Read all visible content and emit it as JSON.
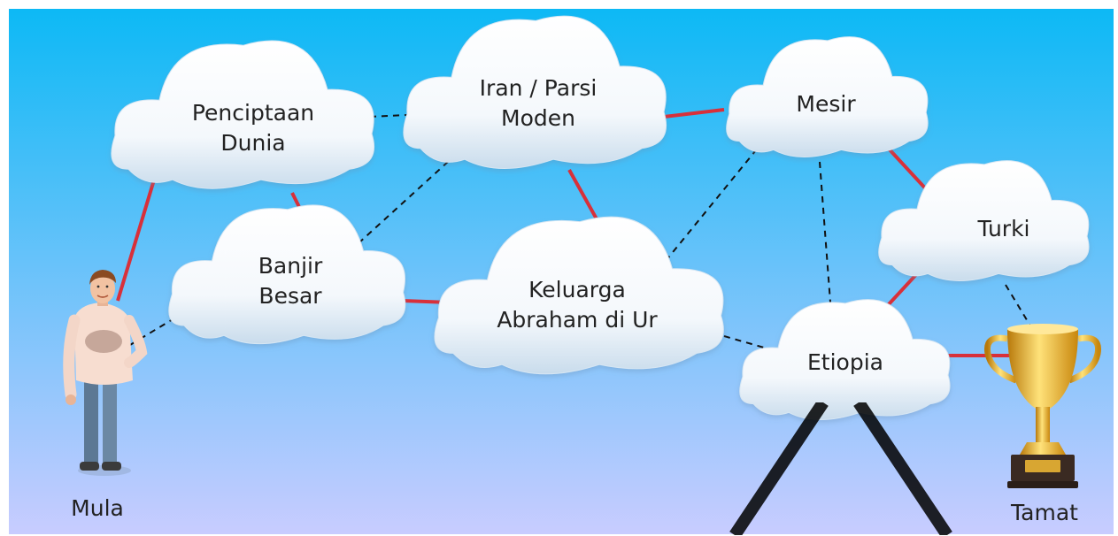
{
  "colors": {
    "sky_top": "#0db9f5",
    "sky_bottom": "#c8ccff",
    "route_line": "#d8303a",
    "alt_line": "#111111"
  },
  "start": {
    "label": "Mula",
    "icon": "person-icon"
  },
  "end": {
    "label": "Tamat",
    "icon": "trophy-icon"
  },
  "stations": [
    {
      "id": "penciptaan",
      "line1": "Penciptaan",
      "line2": "Dunia"
    },
    {
      "id": "banjir",
      "line1": "Banjir",
      "line2": "Besar"
    },
    {
      "id": "iran",
      "line1": "Iran / Parsi",
      "line2": "Moden"
    },
    {
      "id": "keluarga",
      "line1": "Keluarga",
      "line2": "Abraham di Ur"
    },
    {
      "id": "mesir",
      "line1": "Mesir",
      "line2": ""
    },
    {
      "id": "turki",
      "line1": "Turki",
      "line2": ""
    },
    {
      "id": "etiopia",
      "line1": "Etiopia",
      "line2": ""
    }
  ],
  "connections": [
    {
      "from": "start",
      "to": "penciptaan",
      "style": "solid"
    },
    {
      "from": "start",
      "to": "banjir",
      "style": "dashed"
    },
    {
      "from": "penciptaan",
      "to": "banjir",
      "style": "solid"
    },
    {
      "from": "penciptaan",
      "to": "iran",
      "style": "dashed"
    },
    {
      "from": "banjir",
      "to": "iran",
      "style": "dashed"
    },
    {
      "from": "banjir",
      "to": "keluarga",
      "style": "solid"
    },
    {
      "from": "iran",
      "to": "keluarga",
      "style": "solid"
    },
    {
      "from": "iran",
      "to": "mesir",
      "style": "solid"
    },
    {
      "from": "keluarga",
      "to": "mesir",
      "style": "dashed"
    },
    {
      "from": "keluarga",
      "to": "etiopia",
      "style": "dashed"
    },
    {
      "from": "mesir",
      "to": "etiopia",
      "style": "dashed"
    },
    {
      "from": "mesir",
      "to": "turki",
      "style": "solid"
    },
    {
      "from": "turki",
      "to": "etiopia",
      "style": "solid"
    },
    {
      "from": "turki",
      "to": "end",
      "style": "dashed"
    },
    {
      "from": "etiopia",
      "to": "end",
      "style": "solid"
    }
  ]
}
